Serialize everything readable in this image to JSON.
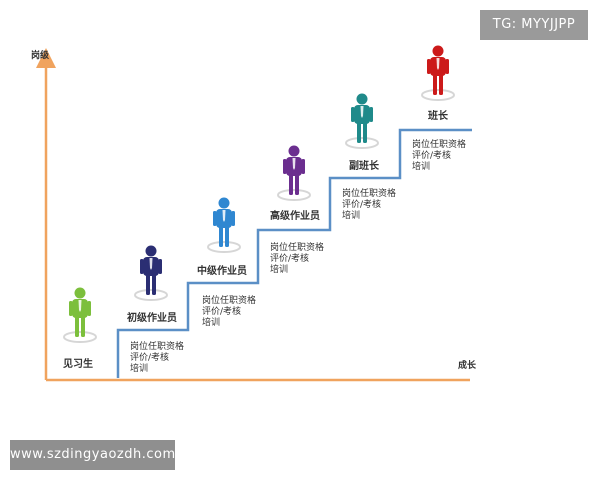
{
  "axes": {
    "y_label": "岗级",
    "x_label": "成长"
  },
  "levels": [
    {
      "name": "见习生",
      "color": "#7cbf3c"
    },
    {
      "name": "初级作业员",
      "color": "#2b2e73"
    },
    {
      "name": "中级作业员",
      "color": "#2f87d1"
    },
    {
      "name": "高级作业员",
      "color": "#6b2e8f"
    },
    {
      "name": "副班长",
      "color": "#1f8a8a"
    },
    {
      "name": "班长",
      "color": "#cc1a1a"
    }
  ],
  "step_lines": [
    "岗位任职资格",
    "评价/考核",
    "培训"
  ],
  "colors": {
    "axis": "#f0a35e",
    "steps": "#5b8fc6",
    "platform": "#d6d6d6"
  },
  "watermark_top": "TG: MYYJJPP",
  "watermark_bottom": "www.szdingyaozdh.com"
}
